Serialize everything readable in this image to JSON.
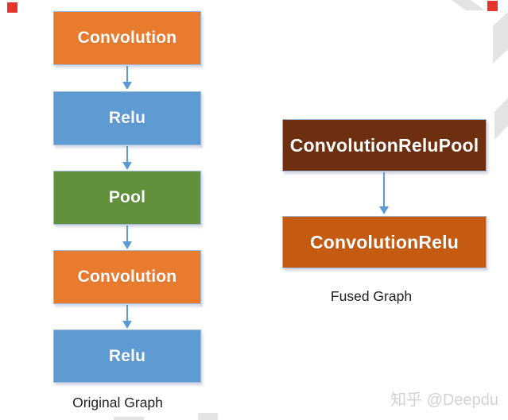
{
  "original_graph": {
    "caption": "Original Graph",
    "nodes": [
      {
        "label": "Convolution",
        "color": "#E97B2F"
      },
      {
        "label": "Relu",
        "color": "#5E9BD3"
      },
      {
        "label": "Pool",
        "color": "#61913B"
      },
      {
        "label": "Convolution",
        "color": "#E97B2F"
      },
      {
        "label": "Relu",
        "color": "#5E9BD3"
      }
    ]
  },
  "fused_graph": {
    "caption": "Fused Graph",
    "nodes": [
      {
        "label": "ConvolutionReluPool",
        "color": "#6E2F10"
      },
      {
        "label": "ConvolutionRelu",
        "color": "#C55A11"
      }
    ]
  },
  "watermark": {
    "text": "知乎 @Deepdu"
  },
  "colors": {
    "background": "#FFFFFF",
    "arrow": "#5B9BD5",
    "node_text": "#FFFFFF",
    "caption_text": "#1F1F1F",
    "watermark_shape_gray": "#E4E4E4",
    "watermark_text_gray": "#D3D3D3",
    "corner_red": "#E5352C"
  }
}
